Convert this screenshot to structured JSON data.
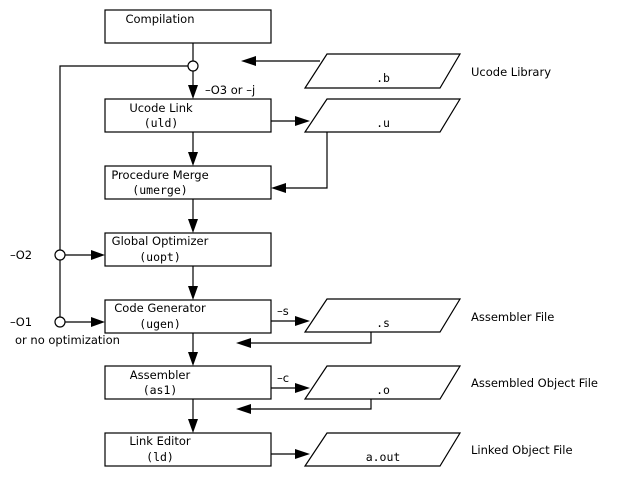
{
  "stages": [
    {
      "title": "Compilation",
      "tool": ""
    },
    {
      "title": "Ucode Link",
      "tool": "(uld)"
    },
    {
      "title": "Procedure Merge",
      "tool": "(umerge)"
    },
    {
      "title": "Global Optimizer",
      "tool": "(uopt)"
    },
    {
      "title": "Code Generator",
      "tool": "(ugen)"
    },
    {
      "title": "Assembler",
      "tool": "(as1)"
    },
    {
      "title": "Link Editor",
      "tool": "(ld)"
    }
  ],
  "files": [
    {
      "ext": ".b",
      "description": "Ucode Library"
    },
    {
      "ext": ".u",
      "description": ""
    },
    {
      "ext": ".s",
      "description": "Assembler File"
    },
    {
      "ext": ".o",
      "description": "Assembled Object File"
    },
    {
      "ext": "a.out",
      "description": "Linked Object File"
    }
  ],
  "options": {
    "o3": "–O3 or –j",
    "o2": "–O2",
    "o1": "–O1",
    "o1_note": "or no optimization",
    "s_flag": "–s",
    "c_flag": "–c"
  }
}
